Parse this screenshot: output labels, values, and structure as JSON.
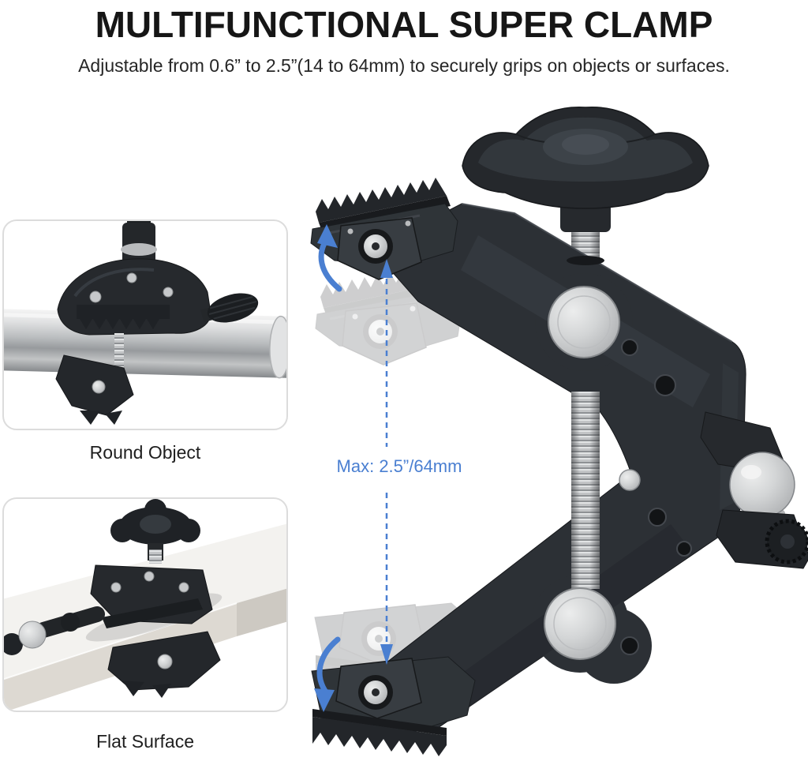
{
  "header": {
    "title": "MULTIFUNCTIONAL SUPER CLAMP",
    "subtitle": "Adjustable from 0.6” to 2.5”(14 to 64mm) to securely grips on objects or surfaces."
  },
  "insets": {
    "round_object": {
      "label": "Round Object"
    },
    "flat_surface": {
      "label": "Flat Surface"
    }
  },
  "annotation": {
    "max_label": "Max: 2.5”/64mm"
  },
  "colors": {
    "accent_blue": "#4a7fd1",
    "clamp_body": "#2c3035",
    "metal_silver": "#c8cacc",
    "card_border": "#dcdcdc",
    "title_text": "#161616"
  },
  "icons": {
    "upper_jaw_motion": "curved-arrow-icon",
    "lower_jaw_motion": "curved-arrow-icon",
    "clamp_range": "dashed-double-arrow-icon"
  }
}
